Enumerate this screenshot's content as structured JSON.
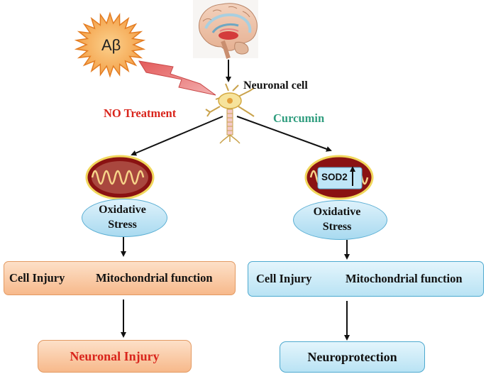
{
  "trigger": {
    "label": "Aβ"
  },
  "cell": {
    "label": "Neuronal cell"
  },
  "branches": {
    "left": {
      "label": "NO Treatment",
      "color": "#d9251c"
    },
    "right": {
      "label": "Curcumin",
      "color": "#2f9d7e"
    }
  },
  "mitochondria": {
    "right_marker": "SOD2"
  },
  "oxidative_stress": {
    "label_line1": "Oxidative",
    "label_line2": "Stress"
  },
  "outcome_boxes": {
    "left": {
      "cell_injury": "Cell Injury",
      "mito_function": "Mitochondrial function"
    },
    "right": {
      "cell_injury": "Cell Injury",
      "mito_function": "Mitochondrial function"
    }
  },
  "final": {
    "left": {
      "label": "Neuronal Injury",
      "color": "#d9251c"
    },
    "right": {
      "label": "Neuroprotection",
      "color": "#111111"
    }
  },
  "icons": [
    "brain-icon",
    "starburst-icon",
    "lightning-bolt-icon",
    "neuron-icon",
    "mitochondrion-icon",
    "up-arrow-icon",
    "down-arrow-icon"
  ]
}
